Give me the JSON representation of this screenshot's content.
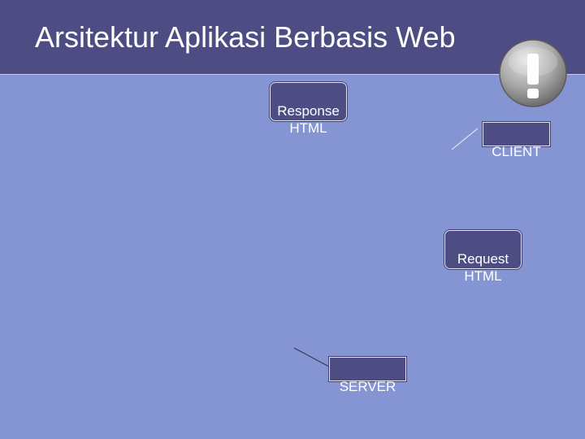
{
  "slide": {
    "title": "Arsitektur Aplikasi Berbasis Web"
  },
  "icons": {
    "alert": "exclamation-icon"
  },
  "labels": {
    "response": "Response\nHTML",
    "client": "CLIENT",
    "request": "Request\nHTML",
    "server": "SERVER"
  },
  "colors": {
    "background": "#8594d3",
    "title_bar": "#4e4d83",
    "callout_fill": "#4e4d83",
    "text": "#ffffff"
  }
}
